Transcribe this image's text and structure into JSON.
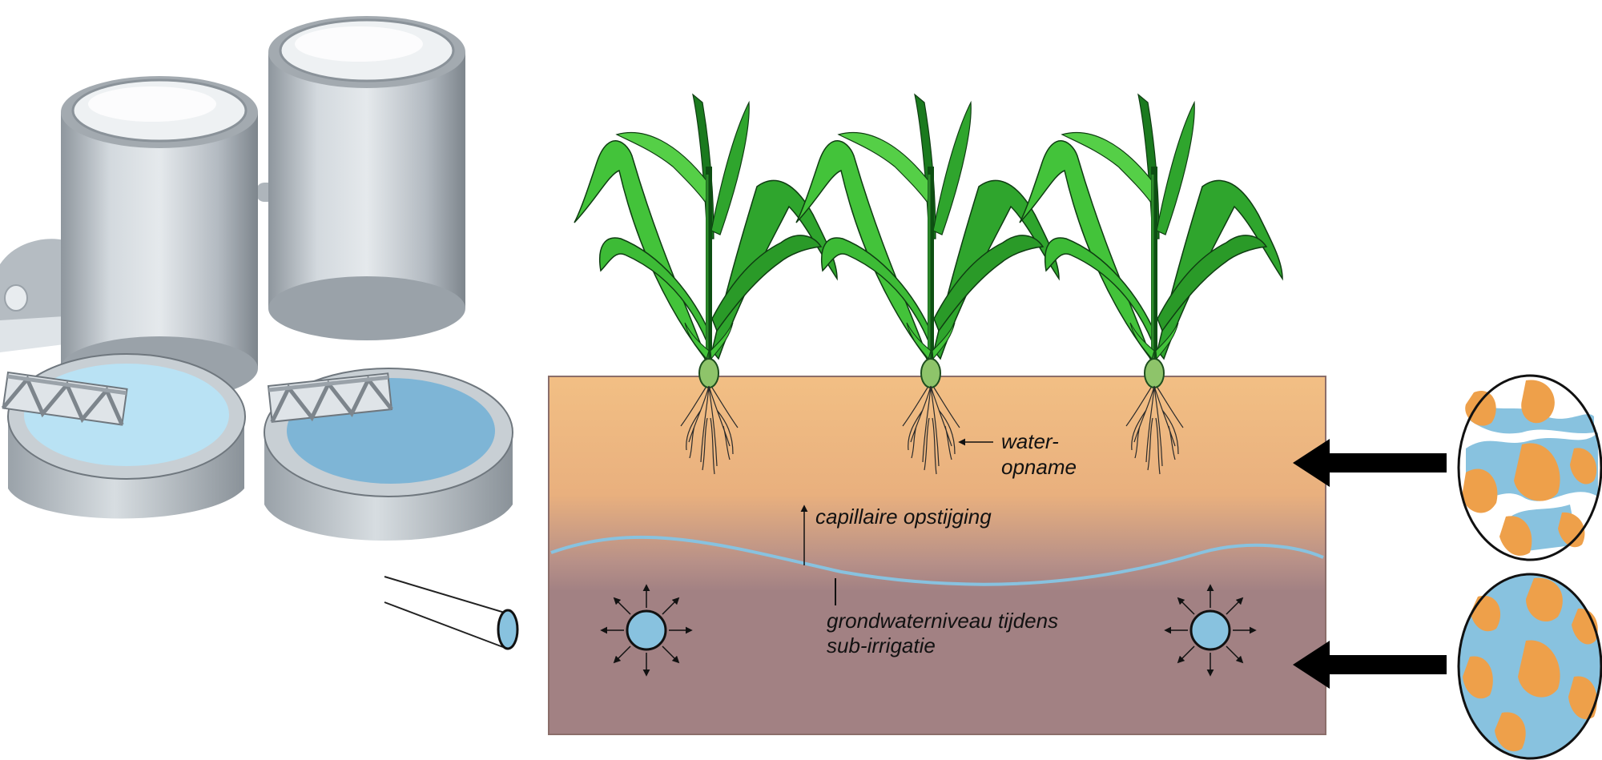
{
  "labels": {
    "water_uptake_line1": "water-",
    "water_uptake_line2": "opname",
    "capillary_rise": "capillaire opstijging",
    "groundwater_line1": "grondwaterniveau tijdens",
    "groundwater_line2": "sub-irrigatie"
  },
  "colors": {
    "soil_top": "#f2bf84",
    "soil_bottom": "#a28183",
    "water": "#88c2df",
    "aggregate": "#eea04a",
    "plant_light": "#43c33a",
    "plant_dark": "#1a7a1e",
    "tank": "#c6cdd3"
  }
}
